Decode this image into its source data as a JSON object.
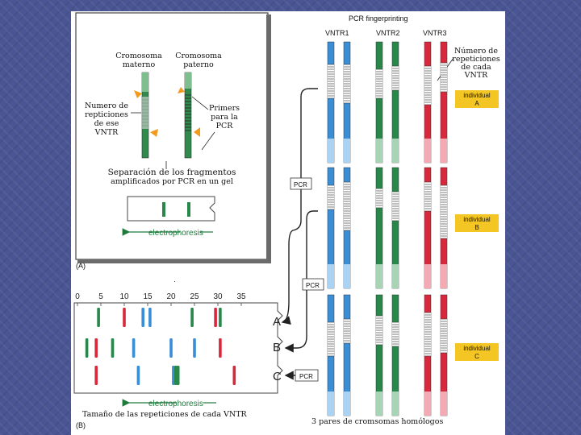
{
  "title": "PCR fingerprinting",
  "vntr_headers": [
    "VNTR1",
    "VNTR2",
    "VNTR3"
  ],
  "repeat_count_label": [
    "Número de",
    "repeticiones",
    "de cada",
    "VNTR"
  ],
  "individuals": [
    {
      "label1": "individual",
      "label2": "A",
      "color": "#f3c623"
    },
    {
      "label1": "individual",
      "label2": "B",
      "color": "#f3c623"
    },
    {
      "label1": "individual",
      "label2": "C",
      "color": "#f3c623"
    }
  ],
  "pcr_label": "PCR",
  "panel_a": {
    "maternal": [
      "Cromosoma",
      "materno"
    ],
    "paternal": [
      "Cromosoma",
      "paterno"
    ],
    "repeats_label": [
      "Numero de",
      "repticiones",
      "de ese",
      "VNTR"
    ],
    "primers_label": [
      "Primers",
      "para la",
      "PCR"
    ],
    "separation": [
      "Separación de los fragmentos",
      "amplificados por PCR en un gel"
    ],
    "electrophoresis": "electrophoresis",
    "panel_label": "(A)"
  },
  "panel_b": {
    "ticks": [
      "0",
      "5",
      "10",
      "15",
      "20",
      "25",
      "30",
      "35"
    ],
    "lanes": [
      "A",
      "B",
      "C"
    ],
    "electrophoresis": "electrophoresis",
    "size_label": "Tamaño de las repeticiones de cada VNTR",
    "panel_label": "(B)",
    "bands": [
      {
        "lane": 0,
        "pos": 4.5,
        "color": "green"
      },
      {
        "lane": 0,
        "pos": 10,
        "color": "red"
      },
      {
        "lane": 0,
        "pos": 14,
        "color": "blue"
      },
      {
        "lane": 0,
        "pos": 15.5,
        "color": "blue"
      },
      {
        "lane": 0,
        "pos": 24.5,
        "color": "green"
      },
      {
        "lane": 0,
        "pos": 29.5,
        "color": "red"
      },
      {
        "lane": 0,
        "pos": 30.5,
        "color": "green"
      },
      {
        "lane": 1,
        "pos": 2,
        "color": "green"
      },
      {
        "lane": 1,
        "pos": 4,
        "color": "red"
      },
      {
        "lane": 1,
        "pos": 7.5,
        "color": "green"
      },
      {
        "lane": 1,
        "pos": 12,
        "color": "blue"
      },
      {
        "lane": 1,
        "pos": 20,
        "color": "blue"
      },
      {
        "lane": 1,
        "pos": 25,
        "color": "blue"
      },
      {
        "lane": 1,
        "pos": 30.5,
        "color": "red"
      },
      {
        "lane": 2,
        "pos": 4,
        "color": "red"
      },
      {
        "lane": 2,
        "pos": 13,
        "color": "blue"
      },
      {
        "lane": 2,
        "pos": 20.5,
        "color": "blue"
      },
      {
        "lane": 2,
        "pos": 21,
        "color": "green"
      },
      {
        "lane": 2,
        "pos": 21.5,
        "color": "green"
      },
      {
        "lane": 2,
        "pos": 33.5,
        "color": "red"
      }
    ]
  },
  "footer_homologs": "3 pares de cromsomas homólogos",
  "colors": {
    "green": "#27884a",
    "blue": "#3a8ed6",
    "red": "#d8283c",
    "frame": "#5a5a5a"
  }
}
